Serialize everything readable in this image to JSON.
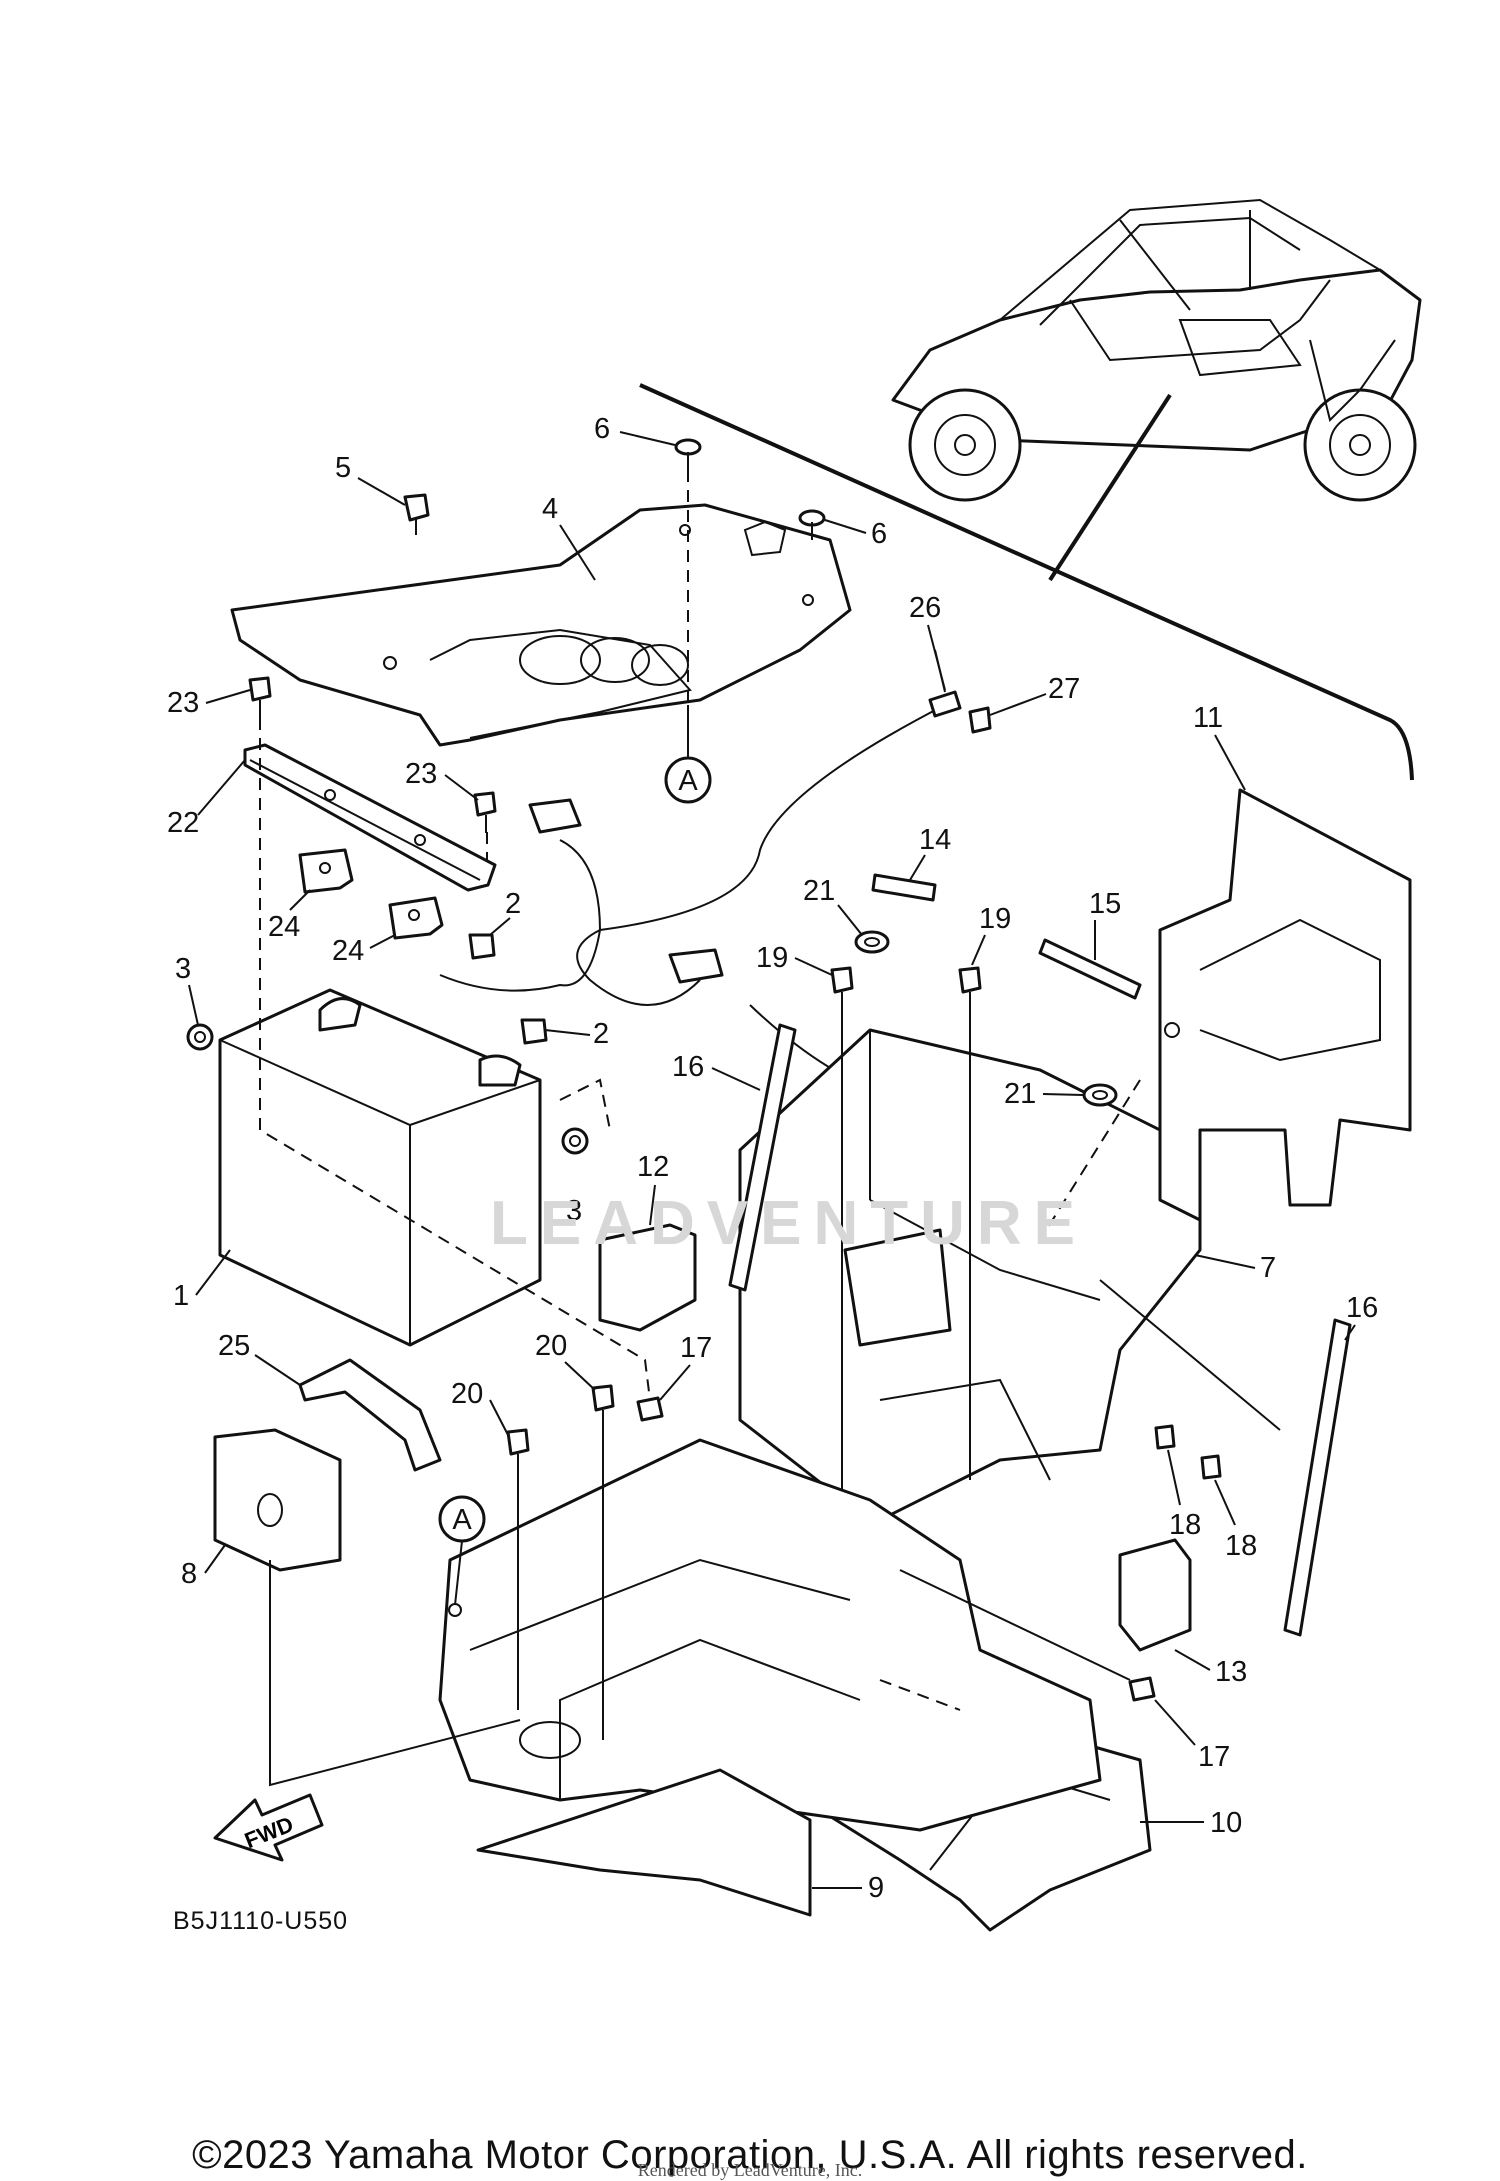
{
  "diagram": {
    "code": "B5J1110-U550",
    "copyright": "©2023 Yamaha Motor Corporation, U.S.A. All rights reserved.",
    "render_note": "Rendered by LeadVenture, Inc.",
    "watermark": "LEADVENTURE",
    "fwd_label": "FWD",
    "reference_marker": "A",
    "callouts": [
      "1",
      "2",
      "2",
      "3",
      "3",
      "4",
      "5",
      "6",
      "6",
      "7",
      "8",
      "9",
      "10",
      "11",
      "12",
      "13",
      "14",
      "15",
      "16",
      "16",
      "17",
      "17",
      "18",
      "18",
      "19",
      "19",
      "20",
      "20",
      "21",
      "21",
      "22",
      "23",
      "23",
      "24",
      "24",
      "25",
      "26",
      "27"
    ]
  },
  "colors": {
    "line": "#111111",
    "watermark": "#d7d7d7",
    "background": "#ffffff"
  }
}
